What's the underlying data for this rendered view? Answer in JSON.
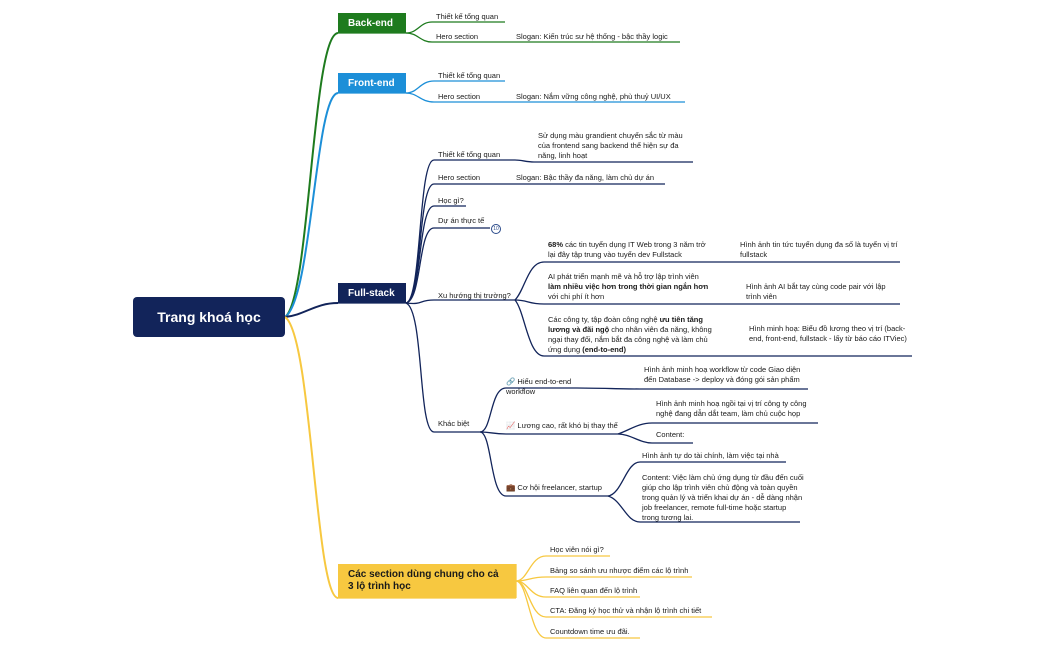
{
  "root": "Trang khoá học",
  "colors": {
    "backend": "#1e7b1e",
    "frontend": "#1c8fd8",
    "fullstack": "#12245a",
    "common": "#f7c840"
  },
  "backend": {
    "title": "Back-end",
    "overview": "Thiết kế tổng quan",
    "hero": "Hero section",
    "hero_slogan": "Slogan: Kiến trúc sư hệ thống - bậc thầy logic"
  },
  "frontend": {
    "title": "Front-end",
    "overview": "Thiết kế tổng quan",
    "hero": "Hero section",
    "hero_slogan": "Slogan: Nắm vững công nghệ, phù thuỷ UI/UX"
  },
  "fullstack": {
    "title": "Full-stack",
    "overview": "Thiết kế tổng quan",
    "overview_note": "Sử dụng màu grandient chuyển sắc từ màu của frontend sang backend thể hiện sự đa năng, linh hoạt",
    "hero": "Hero section",
    "hero_slogan": "Slogan: Bậc thầy đa năng, làm chủ dự án",
    "learn": "Học gì?",
    "projects": "Dự án thực tế",
    "projects_badge": "10",
    "trend": "Xu hướng thị trường?",
    "trend_1_bold": "68%",
    "trend_1_text": " các tin tuyển dụng IT Web trong 3 năm trở lại đây tập trung vào tuyển dev Fullstack",
    "trend_1_img": "Hình ảnh tin tức tuyển dụng đa số là tuyển vị trí fullstack",
    "trend_2_a": "AI phát triển mạnh mẽ và hỗ trợ lập trình viên ",
    "trend_2_bold": "làm nhiều việc hơn trong thời gian ngắn hơn",
    "trend_2_b": " với chi phí ít hơn",
    "trend_2_img": "Hình ảnh AI bắt tay cùng code pair với lập trình viên",
    "trend_3_a": "Các công ty, tập đoàn công nghệ ",
    "trend_3_bold": "ưu tiên tăng lương và đãi ngộ",
    "trend_3_b": " cho nhân viên đa năng, không ngại thay đổi, nắm bắt đa công nghệ và làm chủ ứng dụng ",
    "trend_3_bold2": "(end-to-end)",
    "trend_3_img": "Hình minh hoạ: Biểu đồ lương theo vị trí (back-end, front-end, fullstack - lấy từ báo cáo ITViec)",
    "diff": "Khác biệt",
    "diff_1": "🔗 Hiểu end-to-end workflow",
    "diff_1_img": "Hình ảnh minh hoạ workflow từ code Giao diện đến Database -> deploy và đóng gói sản phẩm",
    "diff_2": "📈 Lương cao, rất khó bị thay thế",
    "diff_2_img": "Hình ảnh minh hoạ ngồi tại vị trí công ty công nghệ đang dẫn dắt team, làm chủ cuộc họp",
    "diff_2_content": "Content:",
    "diff_3": "💼 Cơ hội freelancer, startup",
    "diff_3_img": "Hình ảnh tự do tài chính, làm việc tại nhà",
    "diff_3_content": "Content: Việc làm chủ ứng dụng từ đầu đến cuối giúp cho lập trình viên chủ động và toàn quyền trong quản lý và triển khai dự án - dễ dàng nhận job freelancer, remote full-time hoặc startup trong tương lai."
  },
  "common": {
    "title": "Các section dùng chung cho cả 3 lộ trình học",
    "items": [
      "Học viên nói gì?",
      "Bảng so sánh ưu nhược điểm các lộ trình",
      "FAQ liên quan đến lộ trình",
      "CTA: Đăng ký học thử và nhận lộ trình chi tiết",
      "Countdown time ưu đãi."
    ]
  }
}
